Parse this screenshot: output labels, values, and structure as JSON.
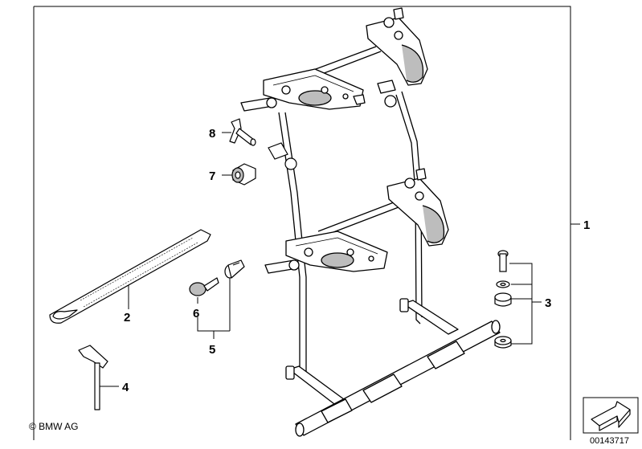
{
  "callouts": {
    "c1": "1",
    "c2": "2",
    "c3": "3",
    "c4": "4",
    "c5": "5",
    "c6": "6",
    "c7": "7",
    "c8": "8"
  },
  "copyright": "© BMW AG",
  "reference_number": "00143717",
  "line_color": "#000000",
  "part_fill": "#ffffff",
  "shade_fill": "#bdbdbd"
}
